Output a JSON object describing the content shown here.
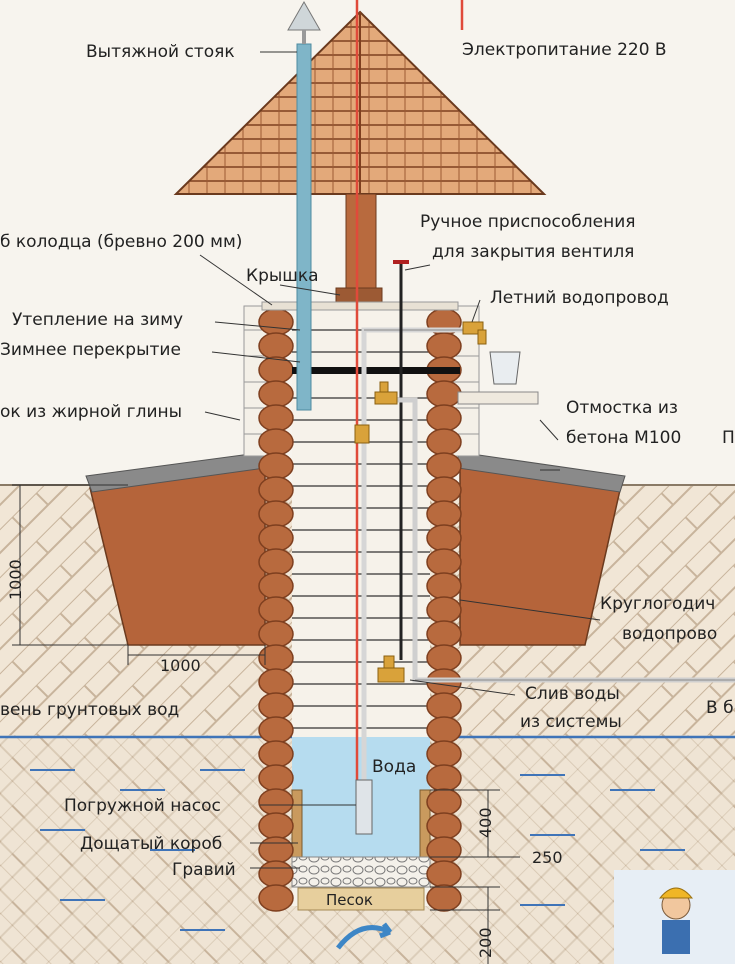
{
  "labels": {
    "exhaust_riser": "Вытяжной стояк",
    "power_supply": "Электропитание 220 В",
    "well_frame": "б колодца (бревно 200 мм)",
    "manual_valve_line1": "Ручное приспособления",
    "manual_valve_line2": "для закрытия вентиля",
    "lid": "Крышка",
    "summer_water": "Летний водопровод",
    "winter_insulation": "Утепление на зиму",
    "winter_floor": "Зимнее перекрытие",
    "clay_lock": "ок из жирной глины",
    "blind_area_line1": "Отмостка из",
    "blind_area_line2": "бетона М100",
    "right_cut_top": "П",
    "round_pipe_line1": "Круглогодич",
    "round_pipe_line2": "водопрово",
    "groundwater": "вень грунтовых вод",
    "drain_line1": "Слив воды",
    "drain_line2": "из системы",
    "right_cut_b": "В б",
    "water": "Вода",
    "pump": "Погружной насос",
    "plank_box": "Дощатый короб",
    "gravel": "Гравий",
    "sand": "Песок"
  },
  "dimensions": {
    "depth_1000": "1000",
    "width_1000": "1000",
    "d400": "400",
    "d250": "250",
    "d200": "200"
  },
  "colors": {
    "soil_bg": "#f1e6d6",
    "hatch": "#c8b49c",
    "clay": "#b5643a",
    "log": "#b86a3e",
    "log_dark": "#7e3f1f",
    "roof": "#e3a97a",
    "water": "#b6dcef",
    "riser": "#7fb5c8",
    "power": "#e04a3a"
  }
}
